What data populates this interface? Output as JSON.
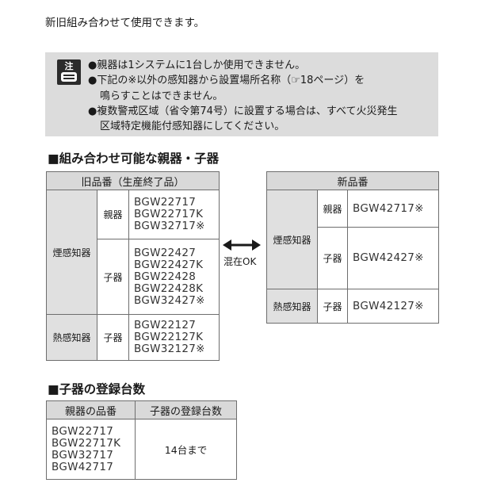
{
  "intro_text": "新旧組み合わせて使用できます。",
  "note": {
    "icon_label": "注",
    "lines": [
      "●親器は1システムに1台しか使用できません。",
      "●下記の※以外の感知器から設置場所名称（☞18ページ）を",
      "鳴らすことはできません。",
      "●複数警戒区域（省令第74号）に設置する場合は、すべて火災発生",
      "区域特定機能付感知器にしてください。"
    ]
  },
  "section1": {
    "title": "■組み合わせ可能な親器・子器",
    "old_table": {
      "header": "旧品番（生産終了品）",
      "smoke": "煙感知器",
      "heat": "熱感知器",
      "parent": "親器",
      "child": "子器",
      "smoke_parent_models": [
        "BGW22717",
        "BGW22717K",
        "BGW32717※"
      ],
      "smoke_child_models": [
        "BGW22427",
        "BGW22427K",
        "BGW22428",
        "BGW22428K",
        "BGW32427※"
      ],
      "heat_child_models": [
        "BGW22127",
        "BGW22127K",
        "BGW32127※"
      ]
    },
    "mix_label": "混在OK",
    "new_table": {
      "header": "新品番",
      "smoke": "煙感知器",
      "heat": "熱感知器",
      "parent": "親器",
      "child": "子器",
      "smoke_parent_model": "BGW42717※",
      "smoke_child_model": "BGW42427※",
      "heat_child_model": "BGW42127※"
    }
  },
  "section2": {
    "title": "■子器の登録台数",
    "col1": "親器の品番",
    "col2": "子器の登録台数",
    "models": [
      "BGW22717",
      "BGW22717K",
      "BGW32717",
      "BGW42717"
    ],
    "count": "14台まで"
  }
}
